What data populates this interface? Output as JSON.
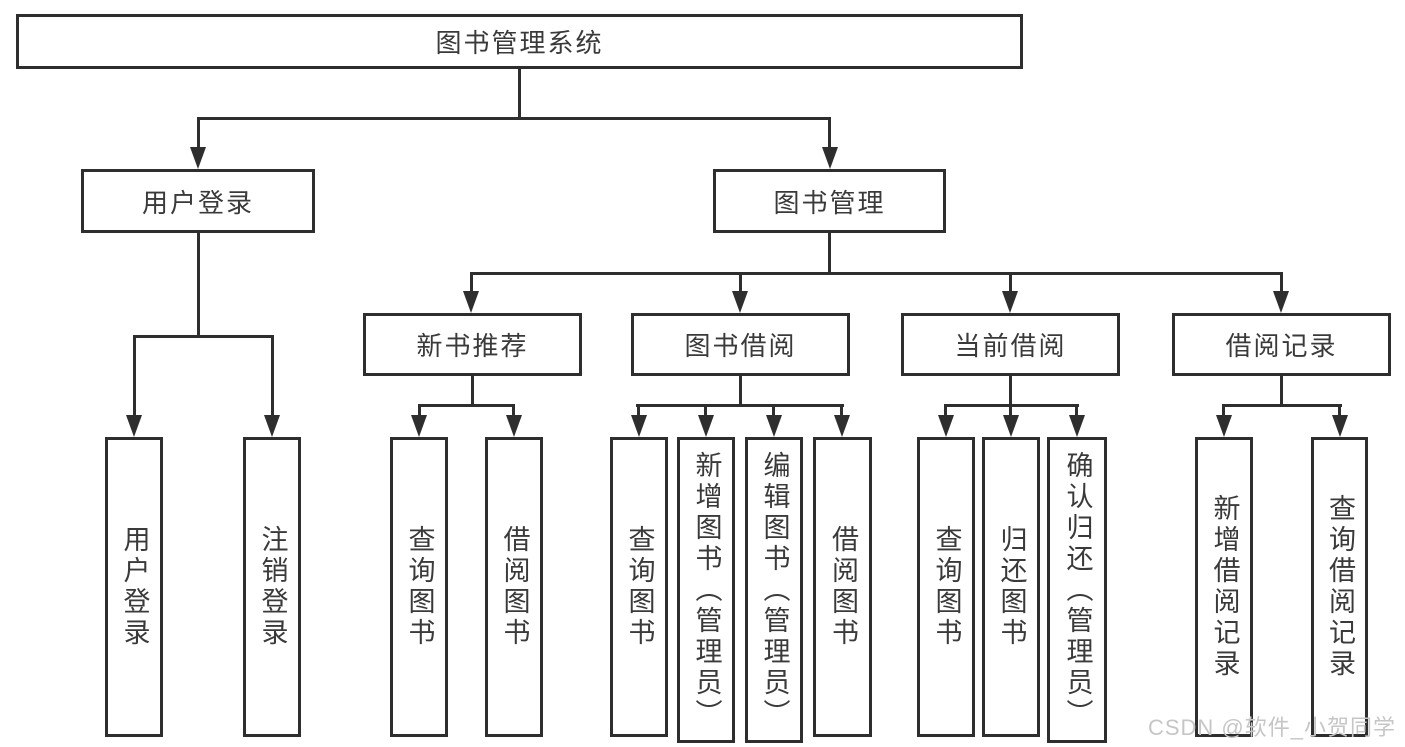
{
  "diagram": {
    "root": {
      "label": "图书管理系统"
    },
    "branches": [
      {
        "label": "用户登录",
        "children": [
          {
            "label": "用户登录"
          },
          {
            "label": "注销登录"
          }
        ]
      },
      {
        "label": "图书管理",
        "children": [
          {
            "label": "新书推荐",
            "children": [
              {
                "label": "查询图书"
              },
              {
                "label": "借阅图书"
              }
            ]
          },
          {
            "label": "图书借阅",
            "children": [
              {
                "label": "查询图书"
              },
              {
                "label": "新增图书（管理员）"
              },
              {
                "label": "编辑图书（管理员）"
              },
              {
                "label": "借阅图书"
              }
            ]
          },
          {
            "label": "当前借阅",
            "children": [
              {
                "label": "查询图书"
              },
              {
                "label": "归还图书"
              },
              {
                "label": "确认归还（管理员）"
              }
            ]
          },
          {
            "label": "借阅记录",
            "children": [
              {
                "label": "新增借阅记录"
              },
              {
                "label": "查询借阅记录"
              }
            ]
          }
        ]
      }
    ]
  },
  "watermark": {
    "text": "CSDN @软件_小贺同学"
  },
  "colors": {
    "line": "#2e2e2e",
    "text": "#3a3a3a",
    "background": "#ffffff",
    "watermark": "#c6c6c6"
  }
}
